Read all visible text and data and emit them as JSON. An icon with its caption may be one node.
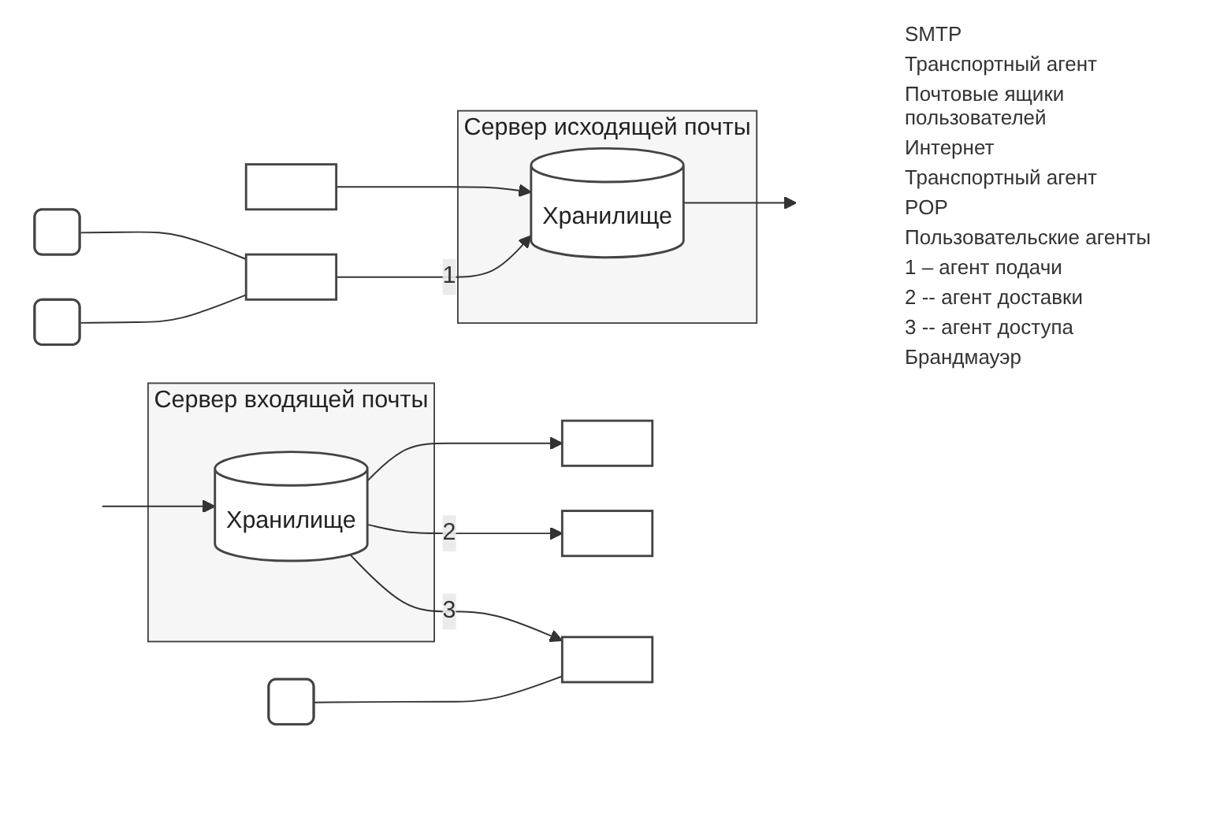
{
  "diagram": {
    "nodes": [
      {
        "text": [],
        "shape": "box"
      },
      {
        "text": [],
        "shape": "rounded"
      },
      {
        "text": [],
        "shape": "rounded"
      },
      {
        "text": [],
        "shape": "box"
      },
      {
        "text": [
          "Сервер исходящей почты"
        ]
      },
      {
        "text": [
          "Хранилище"
        ],
        "in": 4
      },
      {
        "text": [
          "Сервер входящей почты"
        ]
      },
      {
        "text": [
          "Хранилище"
        ],
        "in": 6
      },
      {
        "text": [],
        "shape": "box"
      },
      {
        "text": [],
        "shape": "box"
      },
      {
        "text": [],
        "shape": "rounded"
      },
      {
        "text": [],
        "shape": "box"
      }
    ],
    "edges": [
      {
        "from": 0,
        "to": 5,
        "arrow": "to"
      },
      {
        "from": 1,
        "to": 3,
        "arrow": "none"
      },
      {
        "from": 2,
        "to": 3,
        "arrow": "none"
      },
      {
        "from": 3,
        "to": 5,
        "arrow": "to",
        "label": "1"
      },
      {
        "from": 5,
        "to": null,
        "arrow": "to"
      },
      {
        "from": null,
        "to": 7,
        "arrow": "to"
      },
      {
        "from": 7,
        "to": 8,
        "arrow": "to"
      },
      {
        "from": 7,
        "to": 9,
        "arrow": "to",
        "label": "2"
      },
      {
        "from": 7,
        "to": 11,
        "arrow": "to",
        "label": "3"
      },
      {
        "from": 10,
        "to": 11,
        "arrow": "none"
      }
    ],
    "labels": [
      "SMTP",
      "Транспортный агент",
      "Почтовые ящики пользователей",
      "Интернет",
      "Транспортный агент",
      "POP",
      "Пользовательские агенты",
      "1 – агент подачи",
      "2 -- агент доставки",
      "3 -- агент доступа",
      "Брандмауэр"
    ]
  }
}
